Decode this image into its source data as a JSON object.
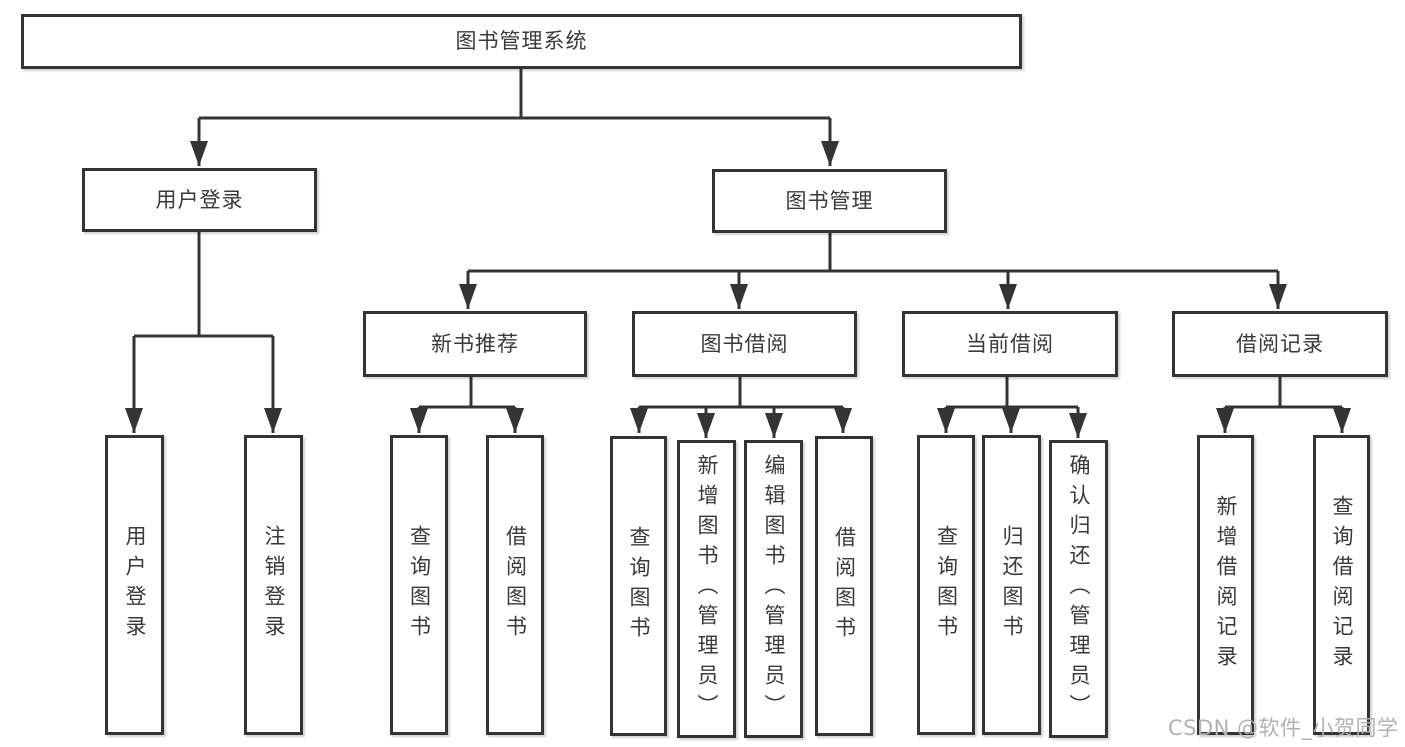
{
  "diagram": {
    "root": {
      "label": "图书管理系统"
    },
    "branches": [
      {
        "label": "用户登录",
        "children": [
          {
            "label": "用户登录"
          },
          {
            "label": "注销登录"
          }
        ]
      },
      {
        "label": "图书管理",
        "groups": [
          {
            "label": "新书推荐",
            "children": [
              {
                "label": "查询图书"
              },
              {
                "label": "借阅图书"
              }
            ]
          },
          {
            "label": "图书借阅",
            "children": [
              {
                "label": "查询图书"
              },
              {
                "label": "新增图书（管理员）"
              },
              {
                "label": "编辑图书（管理员）"
              },
              {
                "label": "借阅图书"
              }
            ]
          },
          {
            "label": "当前借阅",
            "children": [
              {
                "label": "查询图书"
              },
              {
                "label": "归还图书"
              },
              {
                "label": "确认归还（管理员）"
              }
            ]
          },
          {
            "label": "借阅记录",
            "children": [
              {
                "label": "新增借阅记录"
              },
              {
                "label": "查询借阅记录"
              }
            ]
          }
        ]
      }
    ]
  },
  "watermark": {
    "text": "CSDN @软件_小贺同学"
  },
  "colors": {
    "border": "#343434",
    "line": "#343434",
    "text": "#3a3a3a",
    "watermark": "#b3b2b2",
    "background": "#ffffff"
  }
}
